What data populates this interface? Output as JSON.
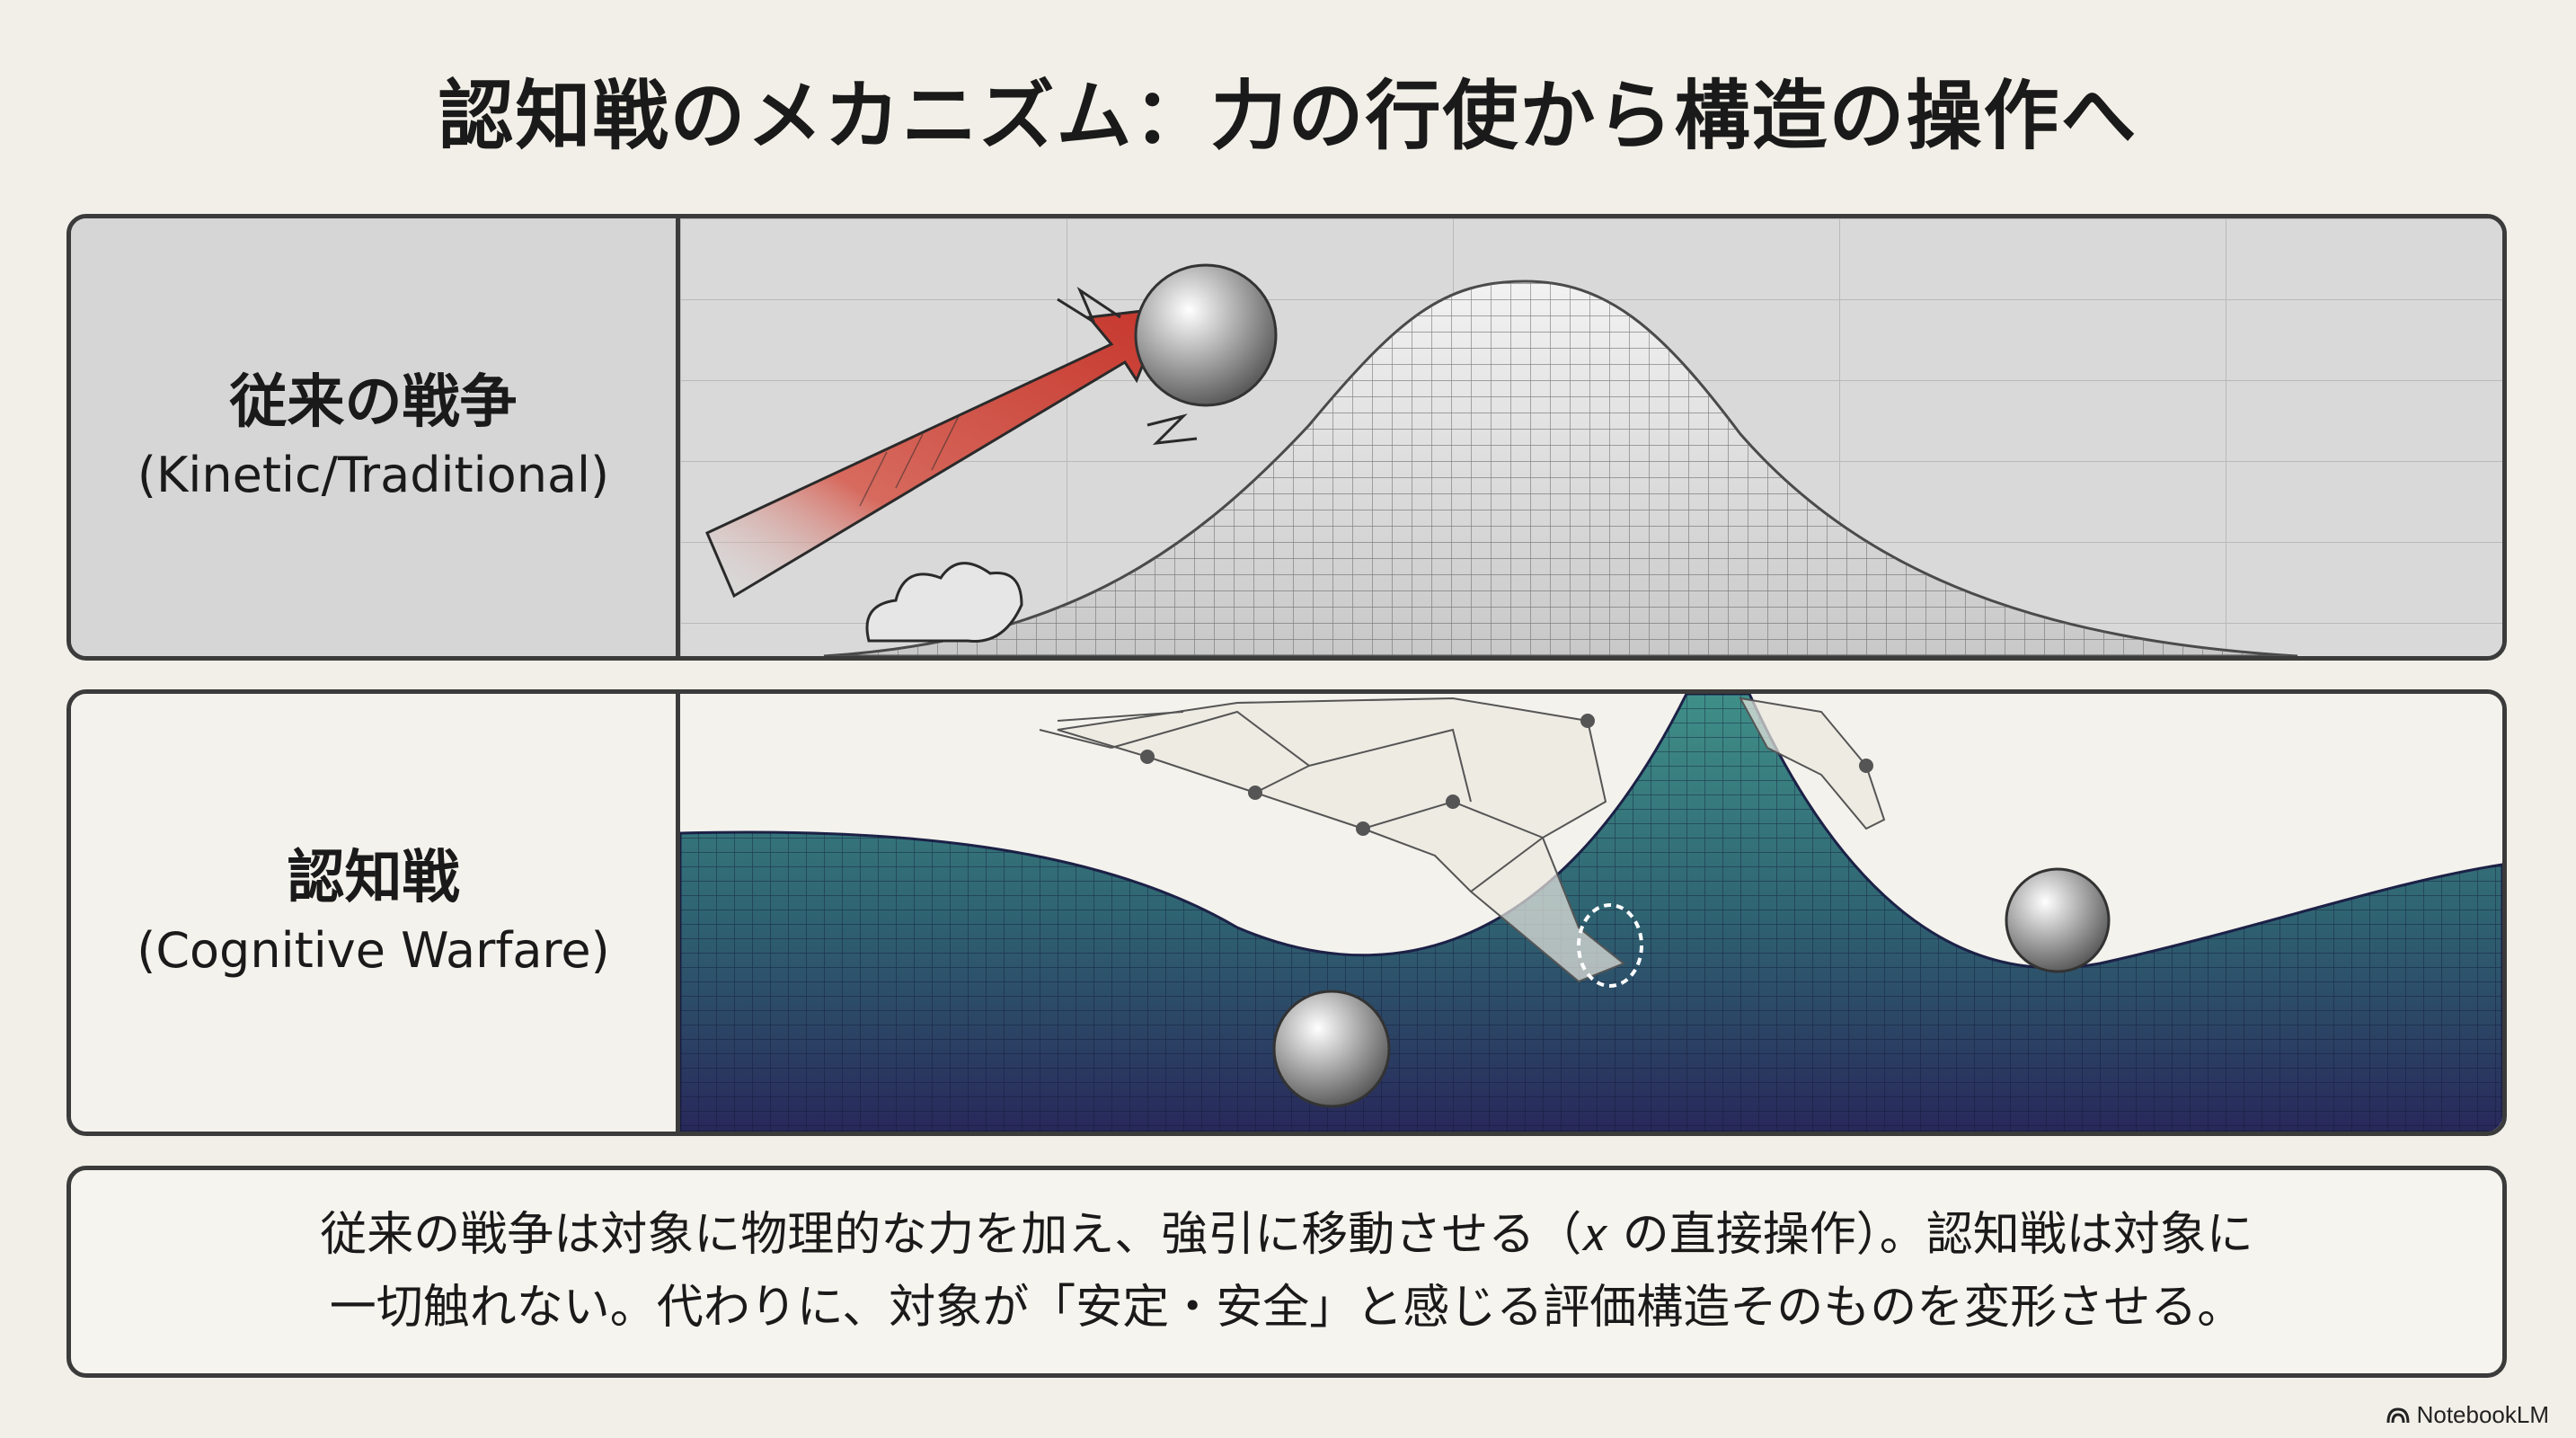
{
  "title": "認知戦のメカニズム：力の行使から構造の操作へ",
  "panels": [
    {
      "label": "従来の戦争",
      "sublabel": "(Kinetic/Traditional)",
      "illustration": "ball-pushed-up-hill-by-arrow"
    },
    {
      "label": "認知戦",
      "sublabel": "(Cognitive Warfare)",
      "illustration": "hand-deforming-mesh-surface"
    }
  ],
  "caption": {
    "line1": "従来の戦争は対象に物理的な力を加え、強引に移動させる（𝑥 の直接操作）。認知戦は対象に",
    "line2": "一切触れない。代わりに、対象が「安定・安全」と感じる評価構造そのものを変形させる。"
  },
  "brand": "NotebookLM",
  "colors": {
    "background": "#f1efe7",
    "kinetic_panel": "#d9d9d9",
    "arrow_red": "#c9463b",
    "mesh_dark": "#2b2f5a",
    "mesh_teal": "#3c8c86"
  }
}
